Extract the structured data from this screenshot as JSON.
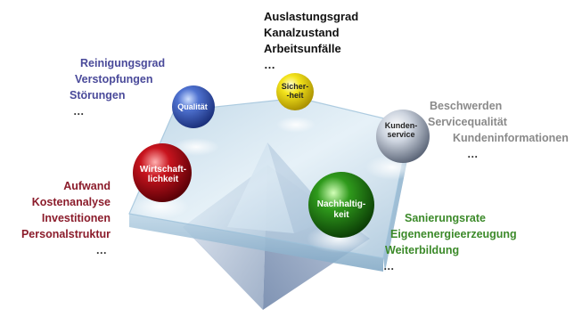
{
  "groups": {
    "top": {
      "color": "#111111",
      "items": [
        "Auslastungsgrad",
        "Kanalzustand",
        "Arbeitsunfälle",
        "…"
      ]
    },
    "quality": {
      "color": "#4a4a9a",
      "items": [
        "Reinigungsgrad",
        "Verstopfungen",
        "Störungen",
        "…"
      ]
    },
    "service": {
      "color": "#8a8a8a",
      "items": [
        "Beschwerden",
        "Servicequalität",
        "Kundeninformationen",
        "…"
      ]
    },
    "economy": {
      "color": "#8b1c2b",
      "items": [
        "Aufwand",
        "Kostenanalyse",
        "Investitionen",
        "Personalstruktur",
        "…"
      ]
    },
    "sustainability": {
      "color": "#3c8a2a",
      "items": [
        "Sanierungsrate",
        "Eigenenergieerzeugung",
        "Weiterbildung",
        "…"
      ]
    }
  },
  "spheres": {
    "quality": {
      "label": "Qualität",
      "color": "#3e5fc0"
    },
    "safety": {
      "label": "Sicher-\n-heit",
      "color": "#f2e21a"
    },
    "service": {
      "label": "Kunden-\nservice",
      "color": "#d8dde6"
    },
    "economy": {
      "label": "Wirtschaft-\nlichkeit",
      "color": "#c0141e"
    },
    "sustainability": {
      "label": "Nachhaltig-\nkeit",
      "color": "#2f9a1c"
    }
  }
}
